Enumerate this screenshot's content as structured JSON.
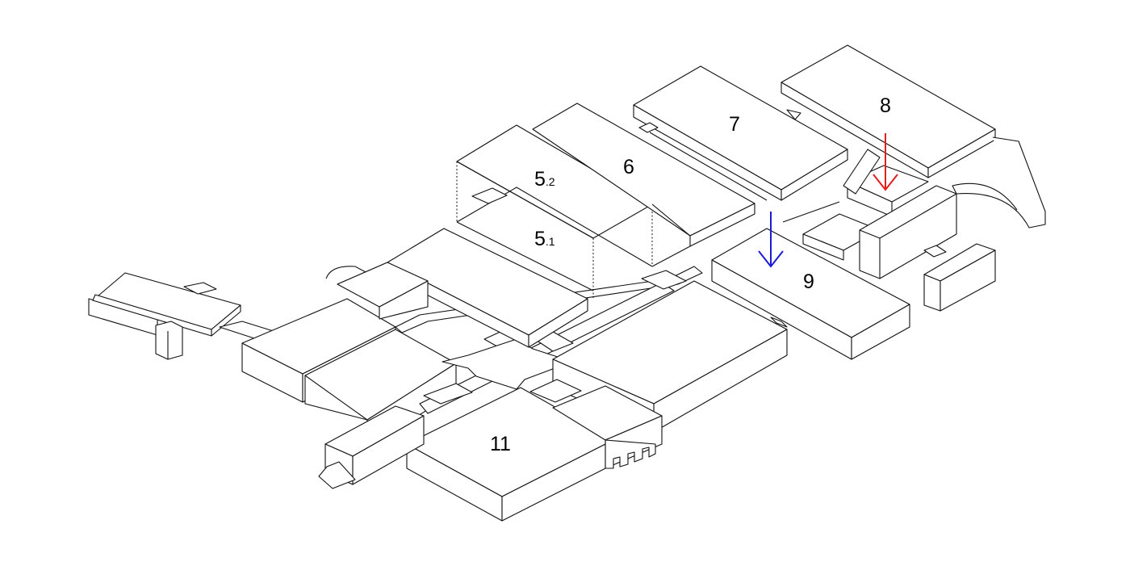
{
  "labels": {
    "b5_2": {
      "main": "5",
      "sub": ".2"
    },
    "b5_1": {
      "main": "5",
      "sub": ".1"
    },
    "b6": "6",
    "b7": "7",
    "b8": "8",
    "b9": "9",
    "b11": "11"
  },
  "colors": {
    "arrow_red": "#e0201b",
    "arrow_blue": "#1c1cd6",
    "line": "#111111"
  },
  "icons": [
    "arrow-down-icon"
  ]
}
